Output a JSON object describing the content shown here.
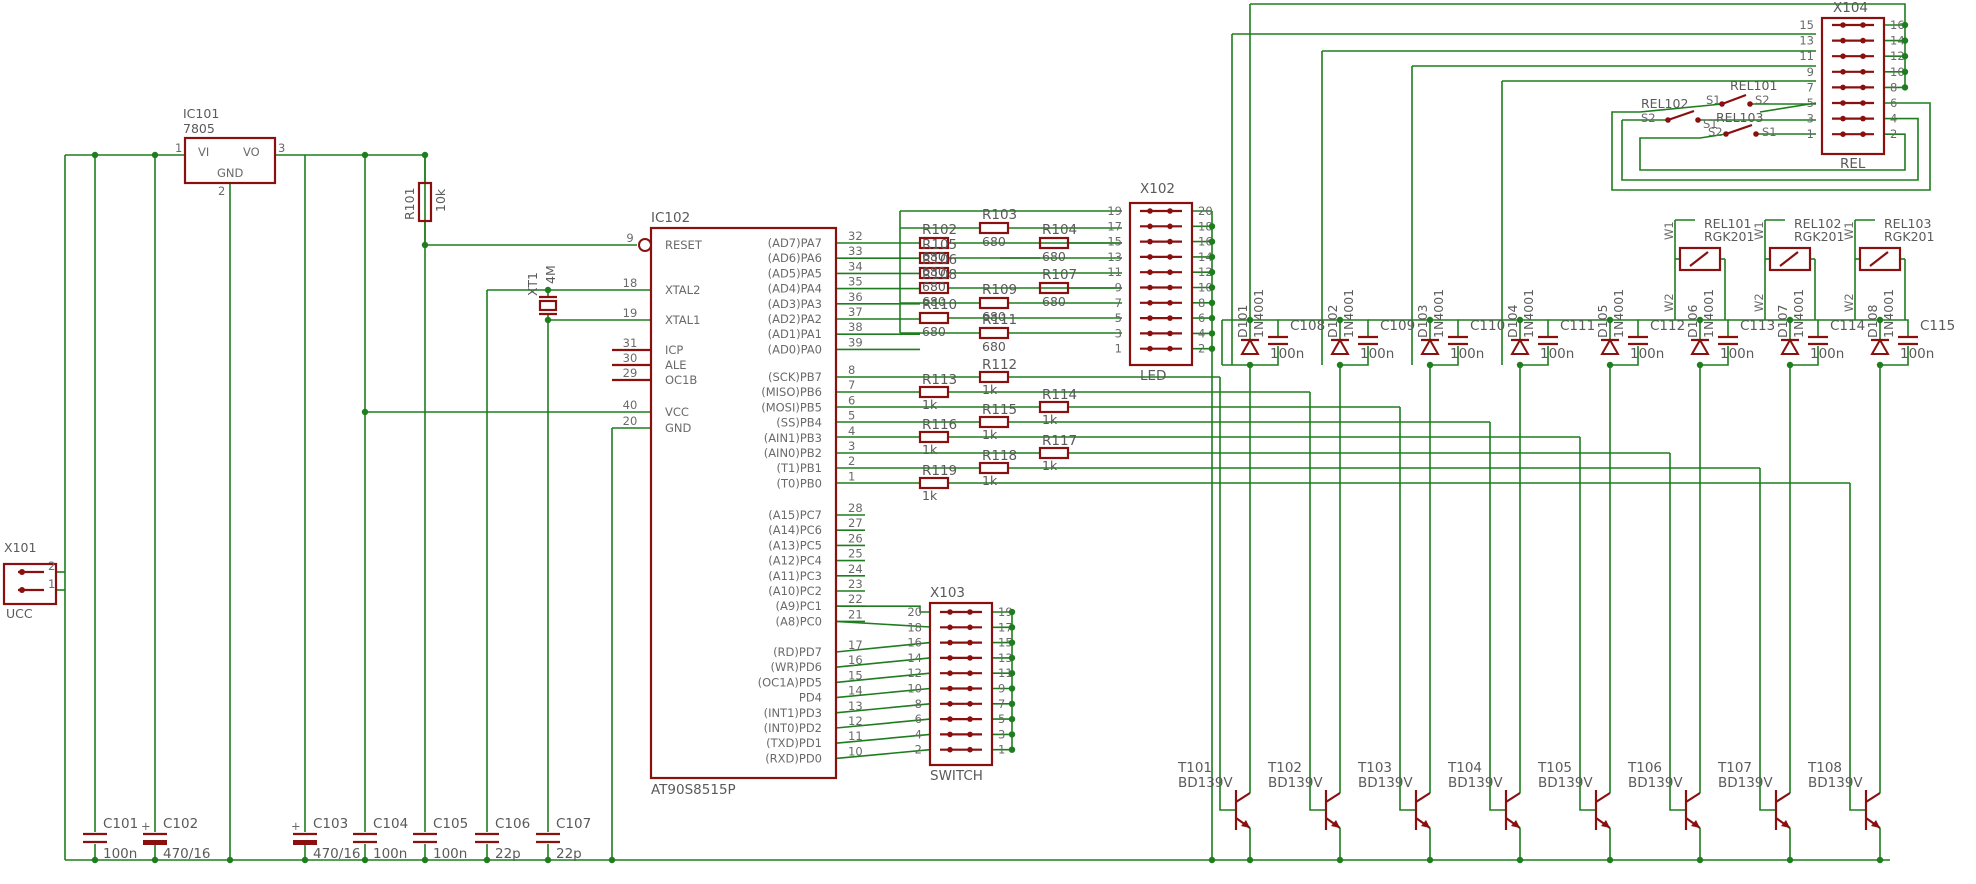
{
  "ic101": {
    "ref": "IC101",
    "value": "7805",
    "pins": {
      "vi": "VI",
      "vo": "VO",
      "gnd": "GND",
      "p1": "1",
      "p2": "2",
      "p3": "3"
    }
  },
  "ic102": {
    "ref": "IC102",
    "part": "AT90S8515P",
    "left_pins": [
      {
        "num": "9",
        "name": "RESET"
      },
      {
        "num": "18",
        "name": "XTAL2"
      },
      {
        "num": "19",
        "name": "XTAL1"
      },
      {
        "num": "31",
        "name": "ICP"
      },
      {
        "num": "30",
        "name": "ALE"
      },
      {
        "num": "29",
        "name": "OC1B"
      },
      {
        "num": "40",
        "name": "VCC"
      },
      {
        "num": "20",
        "name": "GND"
      }
    ],
    "right_pins": [
      {
        "num": "32",
        "name": "(AD7)PA7"
      },
      {
        "num": "33",
        "name": "(AD6)PA6"
      },
      {
        "num": "34",
        "name": "(AD5)PA5"
      },
      {
        "num": "35",
        "name": "(AD4)PA4"
      },
      {
        "num": "36",
        "name": "(AD3)PA3"
      },
      {
        "num": "37",
        "name": "(AD2)PA2"
      },
      {
        "num": "38",
        "name": "(AD1)PA1"
      },
      {
        "num": "39",
        "name": "(AD0)PA0"
      },
      {
        "num": "8",
        "name": "(SCK)PB7"
      },
      {
        "num": "7",
        "name": "(MISO)PB6"
      },
      {
        "num": "6",
        "name": "(MOSI)PB5"
      },
      {
        "num": "5",
        "name": "(SS)PB4"
      },
      {
        "num": "4",
        "name": "(AIN1)PB3"
      },
      {
        "num": "3",
        "name": "(AIN0)PB2"
      },
      {
        "num": "2",
        "name": "(T1)PB1"
      },
      {
        "num": "1",
        "name": "(T0)PB0"
      },
      {
        "num": "28",
        "name": "(A15)PC7"
      },
      {
        "num": "27",
        "name": "(A14)PC6"
      },
      {
        "num": "26",
        "name": "(A13)PC5"
      },
      {
        "num": "25",
        "name": "(A12)PC4"
      },
      {
        "num": "24",
        "name": "(A11)PC3"
      },
      {
        "num": "23",
        "name": "(A10)PC2"
      },
      {
        "num": "22",
        "name": "(A9)PC1"
      },
      {
        "num": "21",
        "name": "(A8)PC0"
      },
      {
        "num": "17",
        "name": "(RD)PD7"
      },
      {
        "num": "16",
        "name": "(WR)PD6"
      },
      {
        "num": "15",
        "name": "(OC1A)PD5"
      },
      {
        "num": "14",
        "name": "PD4"
      },
      {
        "num": "13",
        "name": "(INT1)PD3"
      },
      {
        "num": "12",
        "name": "(INT0)PD2"
      },
      {
        "num": "11",
        "name": "(TXD)PD1"
      },
      {
        "num": "10",
        "name": "(RXD)PD0"
      }
    ]
  },
  "r101": {
    "ref": "R101",
    "value": "10k"
  },
  "xt1": {
    "ref": "XT1",
    "value": "4M"
  },
  "x101": {
    "ref": "X101",
    "name": "UCC",
    "pins": [
      "2",
      "1"
    ]
  },
  "caps_bottom": [
    {
      "ref": "C101",
      "value": "100n"
    },
    {
      "ref": "C102",
      "value": "470/16"
    },
    {
      "ref": "C103",
      "value": "470/16"
    },
    {
      "ref": "C104",
      "value": "100n"
    },
    {
      "ref": "C105",
      "value": "100n"
    },
    {
      "ref": "C106",
      "value": "22p"
    },
    {
      "ref": "C107",
      "value": "22p"
    }
  ],
  "led_resistors": [
    {
      "ref": "R102",
      "value": "680"
    },
    {
      "ref": "R103",
      "value": "680"
    },
    {
      "ref": "R105",
      "value": "680"
    },
    {
      "ref": "R104",
      "value": "680"
    },
    {
      "ref": "R106",
      "value": "680"
    },
    {
      "ref": "R107",
      "value": "680"
    },
    {
      "ref": "R108",
      "value": "680"
    },
    {
      "ref": "R109",
      "value": "680"
    },
    {
      "ref": "R110",
      "value": "680"
    },
    {
      "ref": "R111",
      "value": "680"
    }
  ],
  "base_resistors": [
    {
      "ref": "R112",
      "value": "1k"
    },
    {
      "ref": "R113",
      "value": "1k"
    },
    {
      "ref": "R114",
      "value": "1k"
    },
    {
      "ref": "R115",
      "value": "1k"
    },
    {
      "ref": "R116",
      "value": "1k"
    },
    {
      "ref": "R117",
      "value": "1k"
    },
    {
      "ref": "R118",
      "value": "1k"
    },
    {
      "ref": "R119",
      "value": "1k"
    }
  ],
  "x102": {
    "ref": "X102",
    "name": "LED",
    "left_pins": [
      "19",
      "17",
      "15",
      "13",
      "11",
      "9",
      "7",
      "5",
      "3",
      "1"
    ],
    "right_pins": [
      "20",
      "18",
      "16",
      "14",
      "12",
      "10",
      "8",
      "6",
      "4",
      "2"
    ]
  },
  "x103": {
    "ref": "X103",
    "name": "SWITCH",
    "left_pins": [
      "20",
      "18",
      "16",
      "14",
      "12",
      "10",
      "8",
      "6",
      "4",
      "2"
    ],
    "right_pins": [
      "19",
      "17",
      "15",
      "13",
      "11",
      "9",
      "7",
      "5",
      "3",
      "1"
    ]
  },
  "x104": {
    "ref": "X104",
    "name": "REL",
    "left_pins": [
      "15",
      "13",
      "11",
      "9",
      "7",
      "5",
      "3",
      "1"
    ],
    "right_pins": [
      "16",
      "14",
      "12",
      "10",
      "8",
      "6",
      "4",
      "2"
    ]
  },
  "relay_contacts": [
    {
      "ref": "REL101",
      "s1": "S1",
      "s2": "S2"
    },
    {
      "ref": "REL102",
      "s1": "S1",
      "s2": "S2"
    },
    {
      "ref": "REL103",
      "s1": "S1",
      "s2": "S2"
    }
  ],
  "relay_coils": [
    {
      "ref": "REL101",
      "type": "RGK201",
      "w1": "W1",
      "w2": "W2"
    },
    {
      "ref": "REL102",
      "type": "RGK201",
      "w1": "W1",
      "w2": "W2"
    },
    {
      "ref": "REL103",
      "type": "RGK201",
      "w1": "W1",
      "w2": "W2"
    }
  ],
  "diodes": [
    {
      "ref": "D101",
      "value": "1N4001"
    },
    {
      "ref": "D102",
      "value": "1N4001"
    },
    {
      "ref": "D103",
      "value": "1N4001"
    },
    {
      "ref": "D104",
      "value": "1N4001"
    },
    {
      "ref": "D105",
      "value": "1N4001"
    },
    {
      "ref": "D106",
      "value": "1N4001"
    },
    {
      "ref": "D107",
      "value": "1N4001"
    },
    {
      "ref": "D108",
      "value": "1N4001"
    }
  ],
  "diode_caps": [
    {
      "ref": "C108",
      "value": "100n"
    },
    {
      "ref": "C109",
      "value": "100n"
    },
    {
      "ref": "C110",
      "value": "100n"
    },
    {
      "ref": "C111",
      "value": "100n"
    },
    {
      "ref": "C112",
      "value": "100n"
    },
    {
      "ref": "C113",
      "value": "100n"
    },
    {
      "ref": "C114",
      "value": "100n"
    },
    {
      "ref": "C115",
      "value": "100n"
    }
  ],
  "transistors": [
    {
      "ref": "T101",
      "value": "BD139V"
    },
    {
      "ref": "T102",
      "value": "BD139V"
    },
    {
      "ref": "T103",
      "value": "BD139V"
    },
    {
      "ref": "T104",
      "value": "BD139V"
    },
    {
      "ref": "T105",
      "value": "BD139V"
    },
    {
      "ref": "T106",
      "value": "BD139V"
    },
    {
      "ref": "T107",
      "value": "BD139V"
    },
    {
      "ref": "T108",
      "value": "BD139V"
    }
  ],
  "colors": {
    "wire": "#1e7d1e",
    "symbol": "#8a1010",
    "text": "#5a5a5a"
  }
}
